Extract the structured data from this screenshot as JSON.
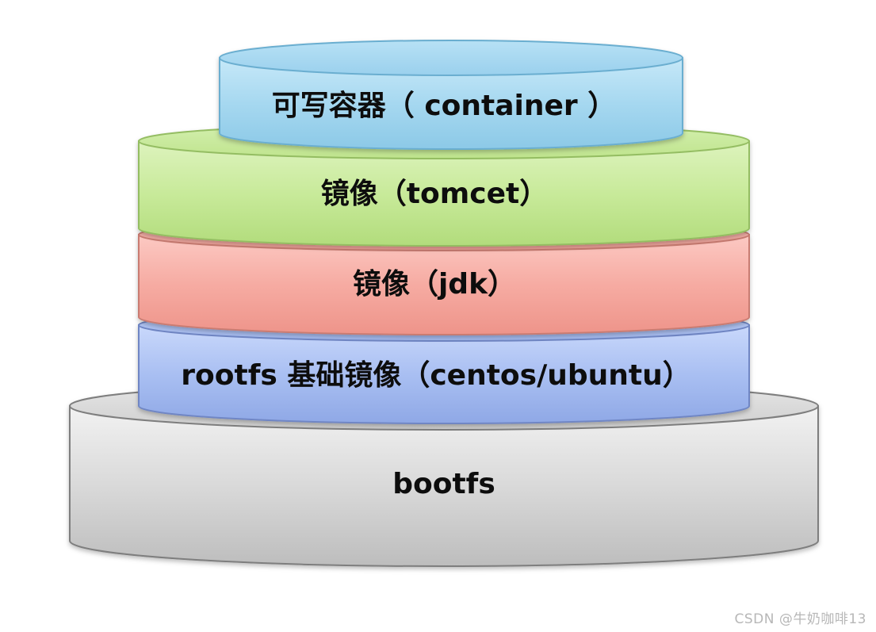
{
  "layers": [
    {
      "id": "container",
      "label": "可写容器（ container ）",
      "color": "#a6d8f0"
    },
    {
      "id": "tomcat",
      "label": "镜像（tomcet）",
      "color": "#c8ea9a"
    },
    {
      "id": "jdk",
      "label": "镜像（jdk）",
      "color": "#f6aba2"
    },
    {
      "id": "rootfs",
      "label": "rootfs 基础镜像（centos/ubuntu）",
      "color": "#a9bff2"
    },
    {
      "id": "bootfs",
      "label": "bootfs",
      "color": "#d6d6d6"
    }
  ],
  "watermark": "CSDN @牛奶咖啡13"
}
